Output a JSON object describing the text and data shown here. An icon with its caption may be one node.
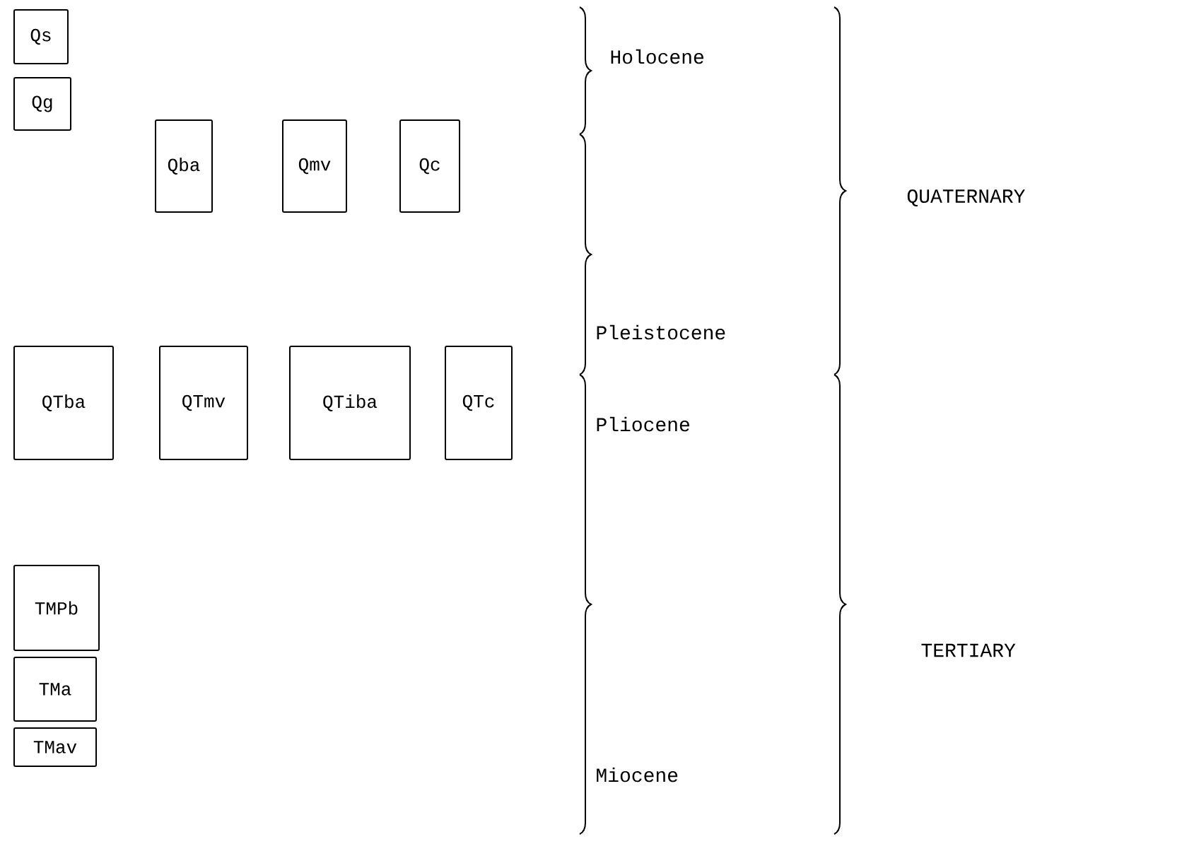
{
  "diagram": {
    "nodes": [
      {
        "text": [
          "Qs"
        ]
      },
      {
        "text": [
          "Qg"
        ]
      },
      {
        "text": [
          "Qba"
        ]
      },
      {
        "text": [
          "Qmv"
        ]
      },
      {
        "text": [
          "Qc"
        ]
      },
      {
        "text": [
          "QTba"
        ]
      },
      {
        "text": [
          "QTmv"
        ]
      },
      {
        "text": [
          "QTiba"
        ]
      },
      {
        "text": [
          "QTc"
        ]
      },
      {
        "text": [
          "TMPb"
        ]
      },
      {
        "text": [
          "TMa"
        ]
      },
      {
        "text": [
          "TMav"
        ]
      }
    ],
    "labels": [
      "Holocene",
      "QUATERNARY",
      "Pleistocene",
      "Pliocene",
      "TERTIARY",
      "Miocene"
    ]
  }
}
